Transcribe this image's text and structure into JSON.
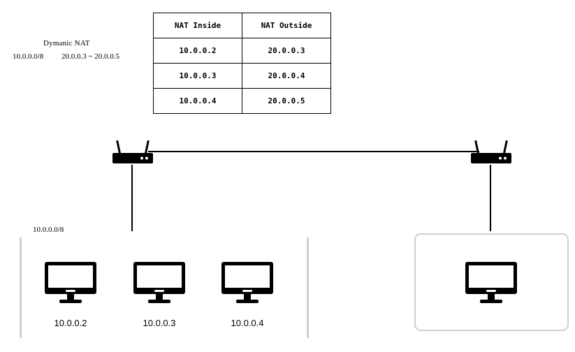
{
  "nat": {
    "title": "Dymanic  NAT",
    "inside_range": "10.0.0.0/8",
    "outside_range": "20.0.0.3  ~  20.0.0.5"
  },
  "table": {
    "headers": [
      "NAT Inside",
      "NAT Outside"
    ],
    "rows": [
      [
        "10.0.0.2",
        "20.0.0.3"
      ],
      [
        "10.0.0.3",
        "20.0.0.4"
      ],
      [
        "10.0.0.4",
        "20.0.0.5"
      ]
    ]
  },
  "lan": {
    "subnet_label": "10.0.0.0/8",
    "hosts": [
      {
        "ip": "10.0.0.2",
        "icon": "monitor-icon"
      },
      {
        "ip": "10.0.0.3",
        "icon": "monitor-icon"
      },
      {
        "ip": "10.0.0.4",
        "icon": "monitor-icon"
      }
    ]
  },
  "remote": {
    "hosts": [
      {
        "icon": "monitor-icon"
      }
    ]
  },
  "routers": [
    {
      "icon": "router-icon"
    },
    {
      "icon": "router-icon"
    }
  ]
}
